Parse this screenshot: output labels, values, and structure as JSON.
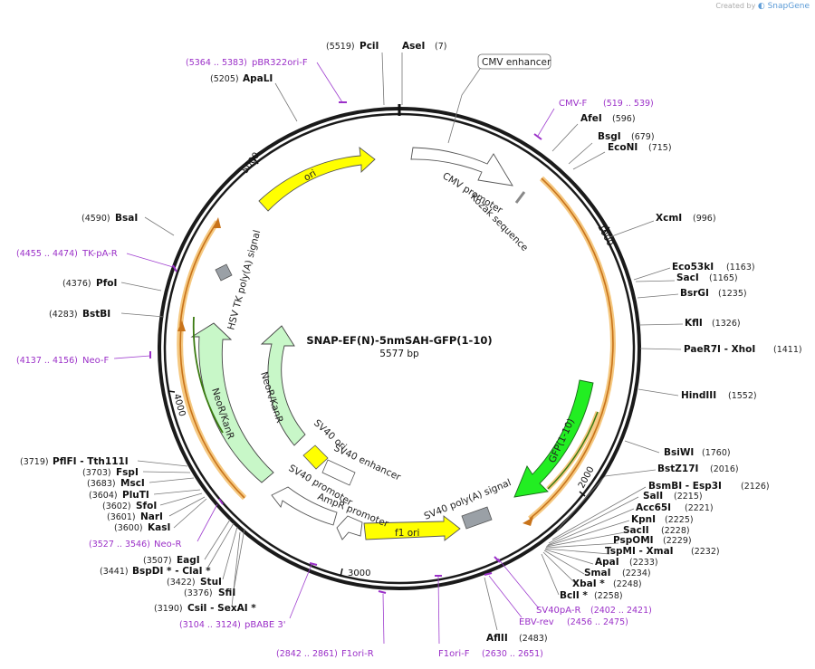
{
  "plasmid": {
    "name": "SNAP-EF(N)-5nmSAH-GFP(1-10)",
    "size": "5577 bp"
  },
  "branding": {
    "prefix": "Created by",
    "name": "SnapGene"
  },
  "ticks": [
    "1000",
    "2000",
    "3000",
    "4000",
    "5000"
  ],
  "features": {
    "cmv_enhancer": "CMV enhancer",
    "cmv_promoter": "CMV promoter",
    "kozak": "Kozak sequence",
    "gfp": "GFP(1-10)",
    "sv40_polya": "SV40 poly(A) signal",
    "f1_ori": "f1 ori",
    "ampr_promoter": "AmpR promoter",
    "sv40_promoter": "SV40 promoter",
    "sv40_ori": "SV40 ori",
    "sv40_enhancer": "SV40 enhancer",
    "neor_inner": "NeoR/KanR",
    "neor_outer": "NeoR/KanR",
    "hsv_tk": "HSV TK poly(A) signal",
    "ori": "ori"
  },
  "enzymes": [
    {
      "name": "PciI",
      "pos": "(5519)"
    },
    {
      "name": "AseI",
      "pos": "(7)"
    },
    {
      "name": "ApaLI",
      "pos": "(5205)"
    },
    {
      "name": "AfeI",
      "pos": "(596)"
    },
    {
      "name": "BsgI",
      "pos": "(679)"
    },
    {
      "name": "EcoNI",
      "pos": "(715)"
    },
    {
      "name": "XcmI",
      "pos": "(996)"
    },
    {
      "name": "Eco53kI",
      "pos": "(1163)"
    },
    {
      "name": "SacI",
      "pos": "(1165)"
    },
    {
      "name": "BsrGI",
      "pos": "(1235)"
    },
    {
      "name": "KflI",
      "pos": "(1326)"
    },
    {
      "name": "PaeR7I - XhoI",
      "pos": "(1411)"
    },
    {
      "name": "HindIII",
      "pos": "(1552)"
    },
    {
      "name": "BsiWI",
      "pos": "(1760)"
    },
    {
      "name": "BstZ17I",
      "pos": "(2016)"
    },
    {
      "name": "BsmBI - Esp3I",
      "pos": "(2126)"
    },
    {
      "name": "SalI",
      "pos": "(2215)"
    },
    {
      "name": "Acc65I",
      "pos": "(2221)"
    },
    {
      "name": "KpnI",
      "pos": "(2225)"
    },
    {
      "name": "SacII",
      "pos": "(2228)"
    },
    {
      "name": "PspOMI",
      "pos": "(2229)"
    },
    {
      "name": "TspMI - XmaI",
      "pos": "(2232)"
    },
    {
      "name": "ApaI",
      "pos": "(2233)"
    },
    {
      "name": "SmaI",
      "pos": "(2234)"
    },
    {
      "name": "XbaI *",
      "pos": "(2248)"
    },
    {
      "name": "BclI *",
      "pos": "(2258)"
    },
    {
      "name": "AflII",
      "pos": "(2483)"
    },
    {
      "name": "CsiI - SexAI *",
      "pos": "(3190)"
    },
    {
      "name": "SfiI",
      "pos": "(3376)"
    },
    {
      "name": "StuI",
      "pos": "(3422)"
    },
    {
      "name": "BspDI * - ClaI *",
      "pos": "(3441)"
    },
    {
      "name": "EagI",
      "pos": "(3507)"
    },
    {
      "name": "KasI",
      "pos": "(3600)"
    },
    {
      "name": "NarI",
      "pos": "(3601)"
    },
    {
      "name": "SfoI",
      "pos": "(3602)"
    },
    {
      "name": "PluTI",
      "pos": "(3604)"
    },
    {
      "name": "MscI",
      "pos": "(3683)"
    },
    {
      "name": "FspI",
      "pos": "(3703)"
    },
    {
      "name": "PflFI - Tth111I",
      "pos": "(3719)"
    },
    {
      "name": "BstBI",
      "pos": "(4283)"
    },
    {
      "name": "PfoI",
      "pos": "(4376)"
    },
    {
      "name": "BsaI",
      "pos": "(4590)"
    }
  ],
  "primers": [
    {
      "name": "pBR322ori-F",
      "pos": "(5364 .. 5383)"
    },
    {
      "name": "CMV-F",
      "pos": "(519 .. 539)"
    },
    {
      "name": "SV40pA-R",
      "pos": "(2402 .. 2421)"
    },
    {
      "name": "EBV-rev",
      "pos": "(2456 .. 2475)"
    },
    {
      "name": "F1ori-F",
      "pos": "(2630 .. 2651)"
    },
    {
      "name": "F1ori-R",
      "pos": "(2842 .. 2861)"
    },
    {
      "name": "pBABE 3'",
      "pos": "(3104 .. 3124)"
    },
    {
      "name": "Neo-R",
      "pos": "(3527 .. 3546)"
    },
    {
      "name": "Neo-F",
      "pos": "(4137 .. 4156)"
    },
    {
      "name": "TK-pA-R",
      "pos": "(4455 .. 4474)"
    }
  ],
  "colors": {
    "backbone": "#1a1a1a",
    "yellow_feature": "#ffff00",
    "gfp": "#22ee22",
    "neor": "#c8f7c8",
    "orange_orf": "#f0a030",
    "primer": "#9b30c8",
    "grey_box": "#999999"
  }
}
